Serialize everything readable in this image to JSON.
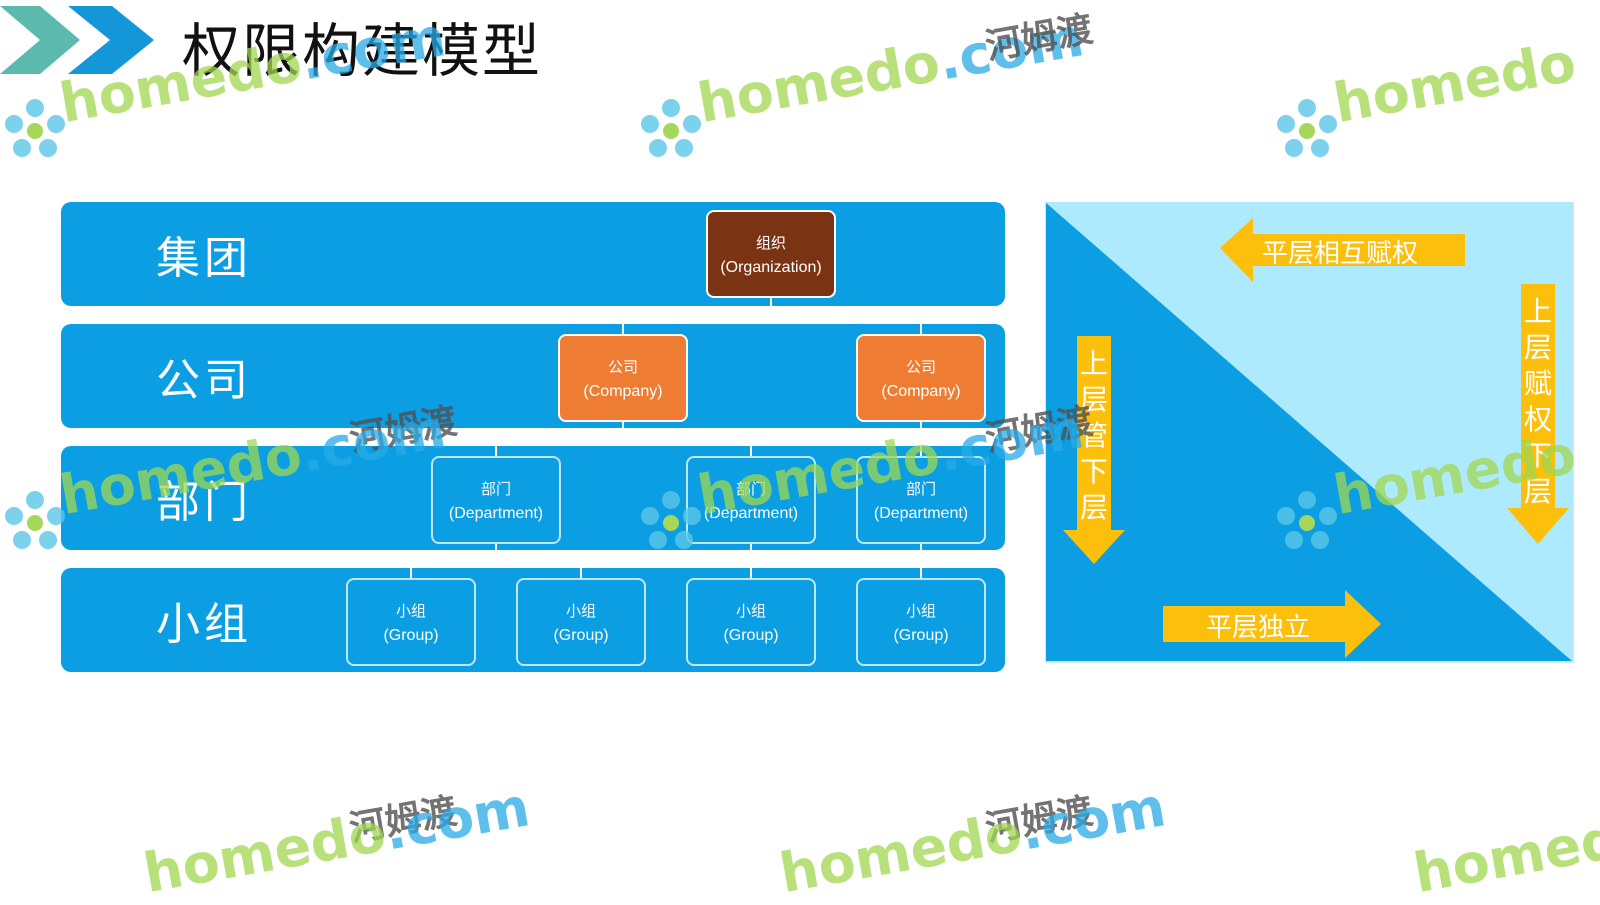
{
  "title": "权限构建模型",
  "colors": {
    "band_blue": "#0b9ee3",
    "org_brown": "#7b3413",
    "company_orange": "#ee7d33",
    "arrow_yellow": "#fcbf0b",
    "triangle_light": "#aeeafd",
    "chevron_teal": "#5bb9ae",
    "chevron_blue": "#1497d8"
  },
  "levels": [
    {
      "label": "集团"
    },
    {
      "label": "公司"
    },
    {
      "label": "部门"
    },
    {
      "label": "小组"
    }
  ],
  "nodes": {
    "organization": {
      "cn": "组织",
      "en": "(Organization)"
    },
    "companies": [
      {
        "cn": "公司",
        "en": "(Company)"
      },
      {
        "cn": "公司",
        "en": "(Company)"
      }
    ],
    "departments": [
      {
        "cn": "部门",
        "en": "(Department)"
      },
      {
        "cn": "部门",
        "en": "(Department)"
      },
      {
        "cn": "部门",
        "en": "(Department)"
      }
    ],
    "groups": [
      {
        "cn": "小组",
        "en": "(Group)"
      },
      {
        "cn": "小组",
        "en": "(Group)"
      },
      {
        "cn": "小组",
        "en": "(Group)"
      },
      {
        "cn": "小组",
        "en": "(Group)"
      }
    ]
  },
  "permission_model": {
    "top_arrow": "平层相互赋权",
    "right_arrow": "上层赋权下层",
    "left_arrow": "上层管下层",
    "bottom_arrow": "平层独立"
  },
  "watermark": {
    "brand": "homedo",
    "domain": ".com",
    "cn": "河姆渡"
  }
}
